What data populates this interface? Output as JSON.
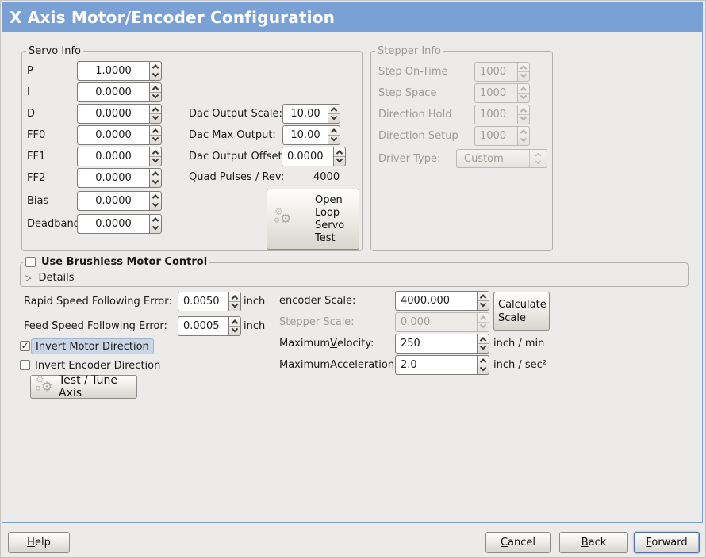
{
  "window": {
    "title": "X Axis Motor/Encoder Configuration"
  },
  "icons": {
    "gear": "⚙",
    "check": "✓",
    "expander": "▷"
  },
  "servo_info": {
    "label": "Servo Info",
    "rows": [
      {
        "label": "P",
        "value": "1.0000"
      },
      {
        "label": "I",
        "value": "0.0000"
      },
      {
        "label": "D",
        "value": "0.0000"
      },
      {
        "label": "FF0",
        "value": "0.0000"
      },
      {
        "label": "FF1",
        "value": "0.0000"
      },
      {
        "label": "FF2",
        "value": "0.0000"
      },
      {
        "label": "Bias",
        "value": "0.0000"
      },
      {
        "label": "Deadband",
        "value": "0.0000"
      }
    ],
    "dac_rows": [
      {
        "label": "Dac Output Scale:",
        "value": "10.00"
      },
      {
        "label": "Dac Max Output:",
        "value": "10.00"
      },
      {
        "label": "Dac Output Offset:",
        "value": "0.0000"
      }
    ],
    "quad_pulses_label": "Quad Pulses / Rev:",
    "quad_pulses_value": "4000",
    "open_loop_button": "Open Loop Servo Test"
  },
  "stepper_info": {
    "label": "Stepper Info",
    "rows": [
      {
        "label": "Step On-Time",
        "value": "1000"
      },
      {
        "label": "Step Space",
        "value": "1000"
      },
      {
        "label": "Direction Hold",
        "value": "1000"
      },
      {
        "label": "Direction Setup",
        "value": "1000"
      }
    ],
    "driver_type_label": "Driver Type:",
    "driver_type_value": "Custom"
  },
  "brushless": {
    "checkbox_label": "Use Brushless Motor Control",
    "details_label": "Details"
  },
  "following_error": {
    "rapid_label": "Rapid Speed Following Error:",
    "rapid_value": "0.0050",
    "rapid_unit": "inch",
    "feed_label": "Feed Speed Following Error:",
    "feed_value": "0.0005",
    "feed_unit": "inch"
  },
  "direction": {
    "invert_motor_label": "Invert Motor Direction",
    "invert_encoder_label": "Invert Encoder Direction",
    "test_tune_button": "Test / Tune Axis"
  },
  "scaling": {
    "encoder_label": "encoder Scale:",
    "encoder_value": "4000.000",
    "stepper_label": "Stepper Scale:",
    "stepper_value": "0.000",
    "calculate_button": "Calculate Scale",
    "velocity_label": {
      "pre": "Maximum ",
      "mn": "V",
      "post": "elocity:"
    },
    "velocity_value": "250",
    "velocity_unit": "inch / min",
    "accel_label": {
      "pre": "Maximum ",
      "mn": "A",
      "post": "cceleration:"
    },
    "accel_value": "2.0",
    "accel_unit": "inch / sec²"
  },
  "footer": {
    "help": {
      "mn": "H",
      "post": "elp"
    },
    "cancel": {
      "mn": "C",
      "post": "ancel"
    },
    "back": {
      "mn": "B",
      "post": "ack"
    },
    "forward": {
      "mn": "F",
      "post": "orward"
    }
  }
}
